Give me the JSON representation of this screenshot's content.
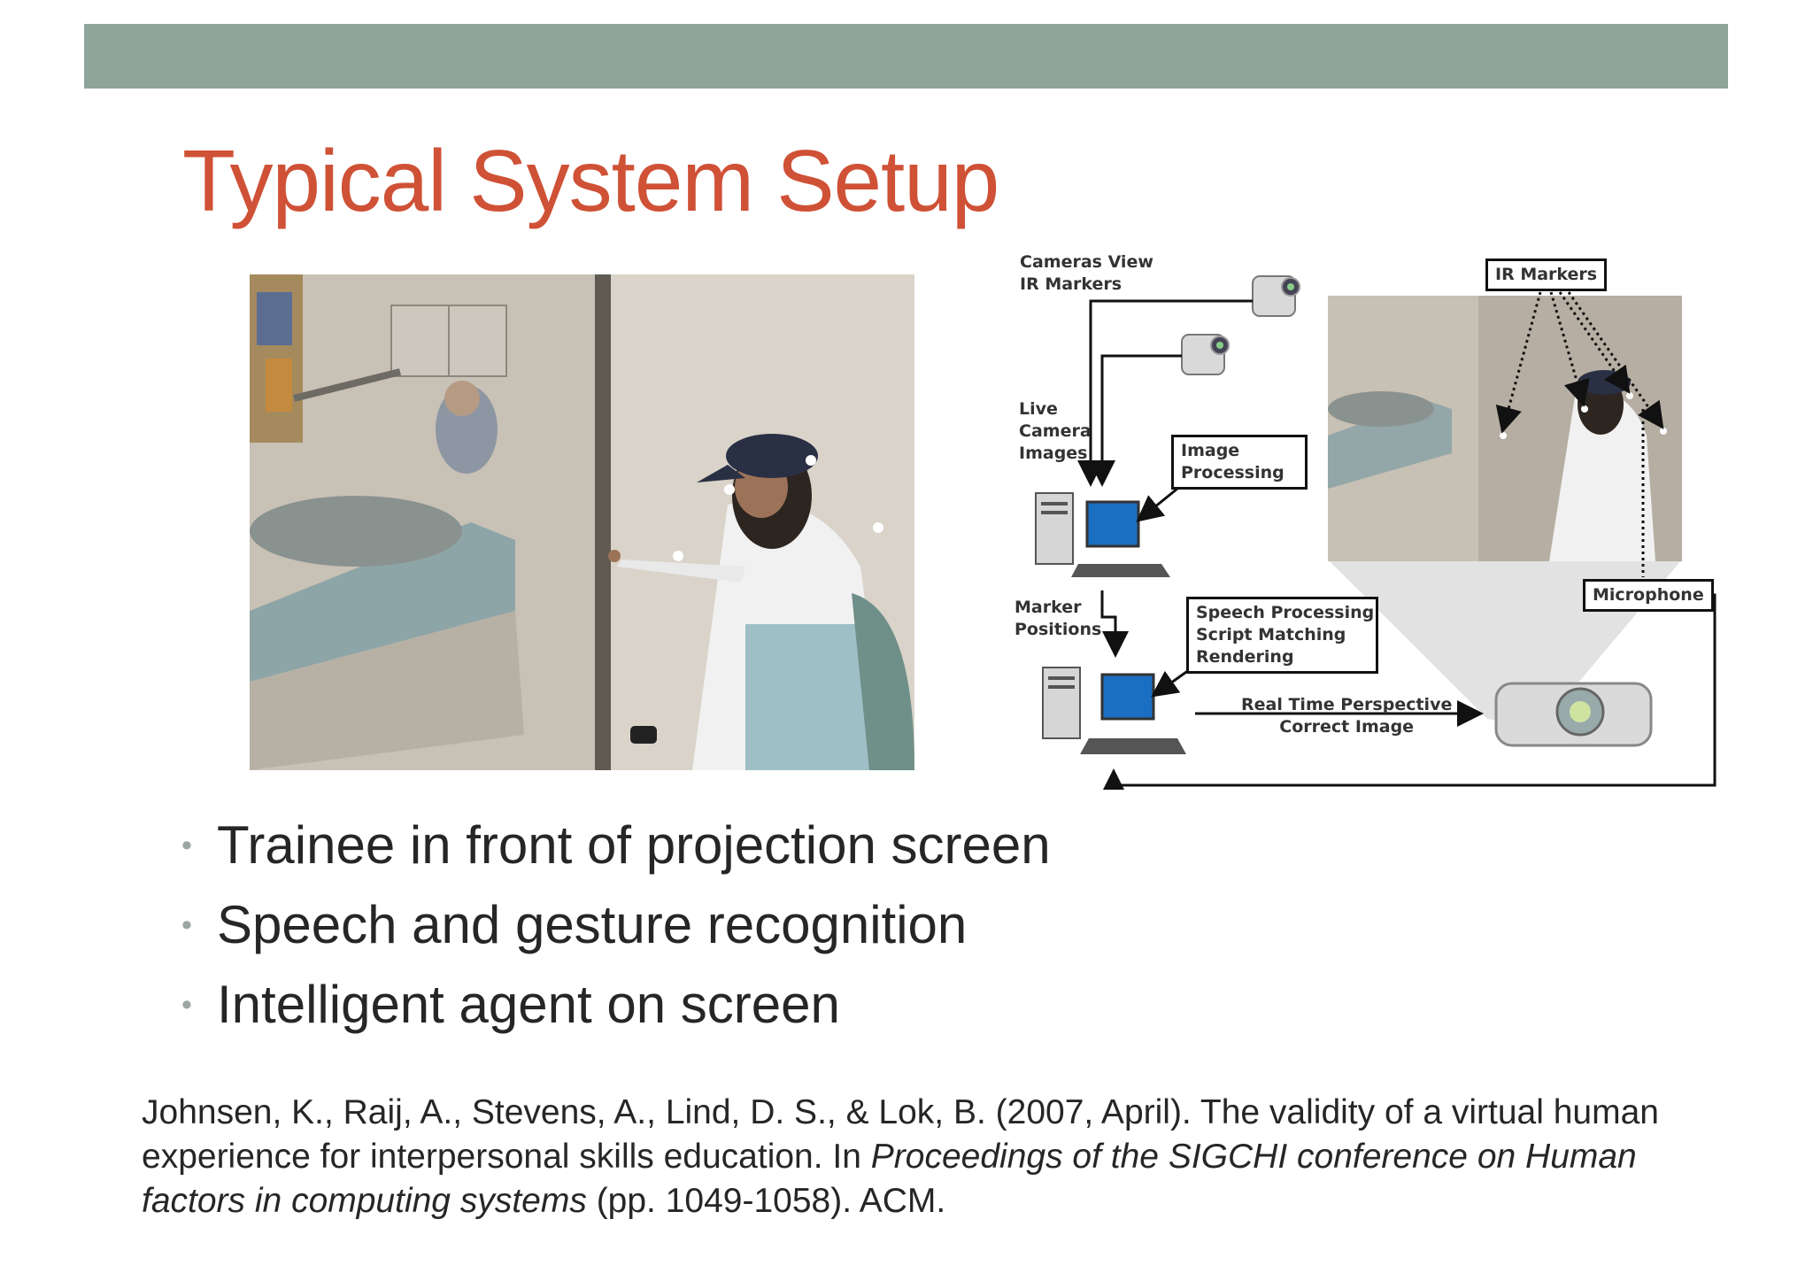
{
  "slide": {
    "title": "Typical System Setup",
    "accent_bar_color": "#8ea59c",
    "title_color": "#cf5136"
  },
  "diagram": {
    "cameras_label": "Cameras View\nIR Markers",
    "ir_markers": "IR Markers",
    "live_camera_label": "Live\nCamera\nImages",
    "image_processing": "Image\nProcessing",
    "marker_positions": "Marker\nPositions",
    "speech_processing": "Speech Processing\nScript Matching\nRendering",
    "microphone": "Microphone",
    "realtime_label": "Real Time Perspective\nCorrect Image"
  },
  "bullets": [
    "Trainee in front of projection screen",
    "Speech and gesture recognition",
    "Intelligent agent on screen"
  ],
  "citation": {
    "part1": "Johnsen, K., Raij, A., Stevens, A., Lind, D. S., & Lok, B. (2007, April). The validity of a virtual human experience for interpersonal skills education. In ",
    "italic": "Proceedings of the SIGCHI conference on Human factors in computing systems",
    "part2": " (pp. 1049-1058). ACM."
  }
}
